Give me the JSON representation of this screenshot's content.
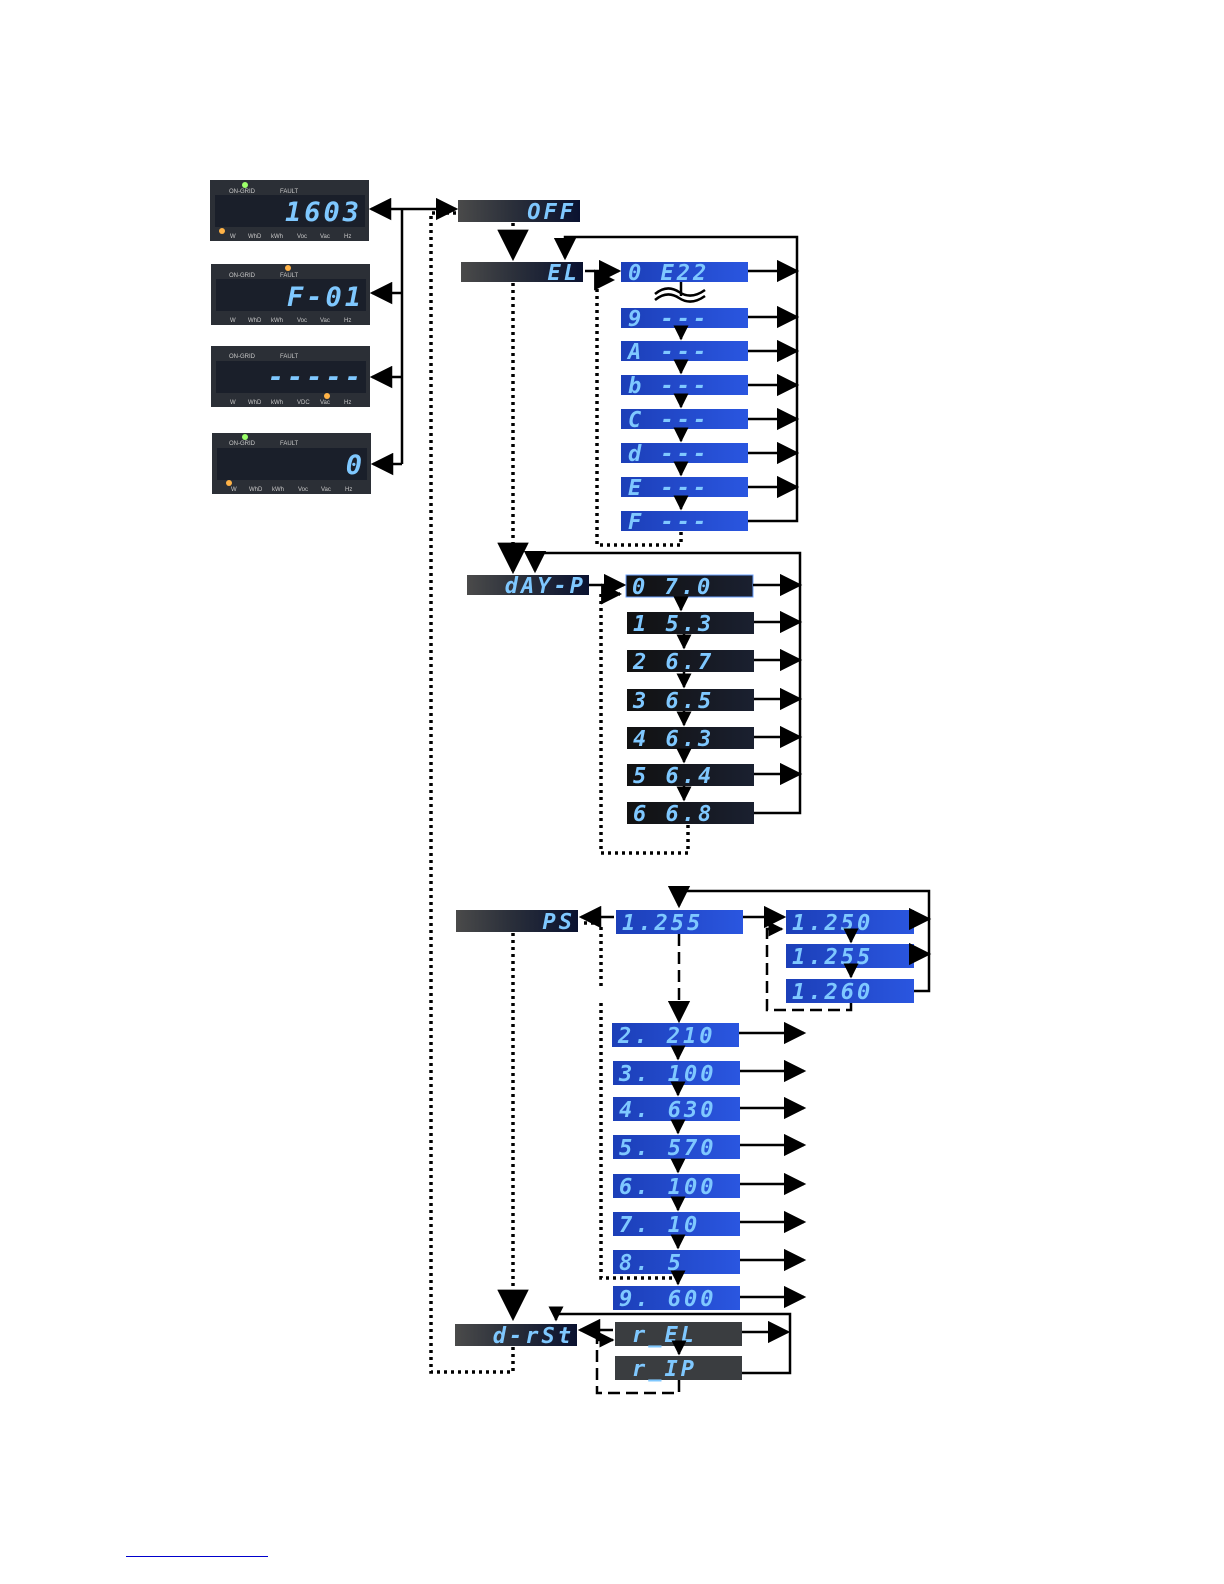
{
  "status_panels": [
    {
      "display": "1603",
      "on_grid_label": "ON-GRID",
      "fault_label": "FAULT",
      "units": [
        "W",
        "WhD",
        "kWh",
        "Voc",
        "Vac",
        "Hz"
      ]
    },
    {
      "display": "F-01",
      "on_grid_label": "ON-GRID",
      "fault_label": "FAULT",
      "units": [
        "W",
        "WhD",
        "kWh",
        "Voc",
        "Vac",
        "Hz"
      ]
    },
    {
      "display": "-----",
      "on_grid_label": "ON-GRID",
      "fault_label": "FAULT",
      "units": [
        "W",
        "WhD",
        "kWh",
        "VDC",
        "Vac",
        "Hz"
      ]
    },
    {
      "display": "0",
      "on_grid_label": "ON-GRID",
      "fault_label": "FAULT",
      "units": [
        "W",
        "WhD",
        "kWh",
        "Voc",
        "Vac",
        "Hz"
      ]
    }
  ],
  "menu": {
    "off": "OFF",
    "el": "EL",
    "day_p": "dAY-P",
    "ps": "PS",
    "d_rst": "d-rSt"
  },
  "el_list": [
    "0  E22",
    "9  ---",
    "A  ---",
    "b  ---",
    "C  ---",
    "d  ---",
    "E  ---",
    "F  ---"
  ],
  "day_list": [
    "0   7.0",
    "1   5.3",
    "2   6.7",
    "3   6.5",
    "4   6.3",
    "5   6.4",
    "6   6.8"
  ],
  "ps_main": [
    "1.255",
    "2. 210",
    "3. 100",
    "4. 630",
    "5. 570",
    "6. 100",
    "7.  10",
    "8.   5",
    "9. 600"
  ],
  "ps_sub": [
    "1.250",
    "1.255",
    "1.260"
  ],
  "rst_list": [
    "r_EL",
    "r_IP"
  ]
}
